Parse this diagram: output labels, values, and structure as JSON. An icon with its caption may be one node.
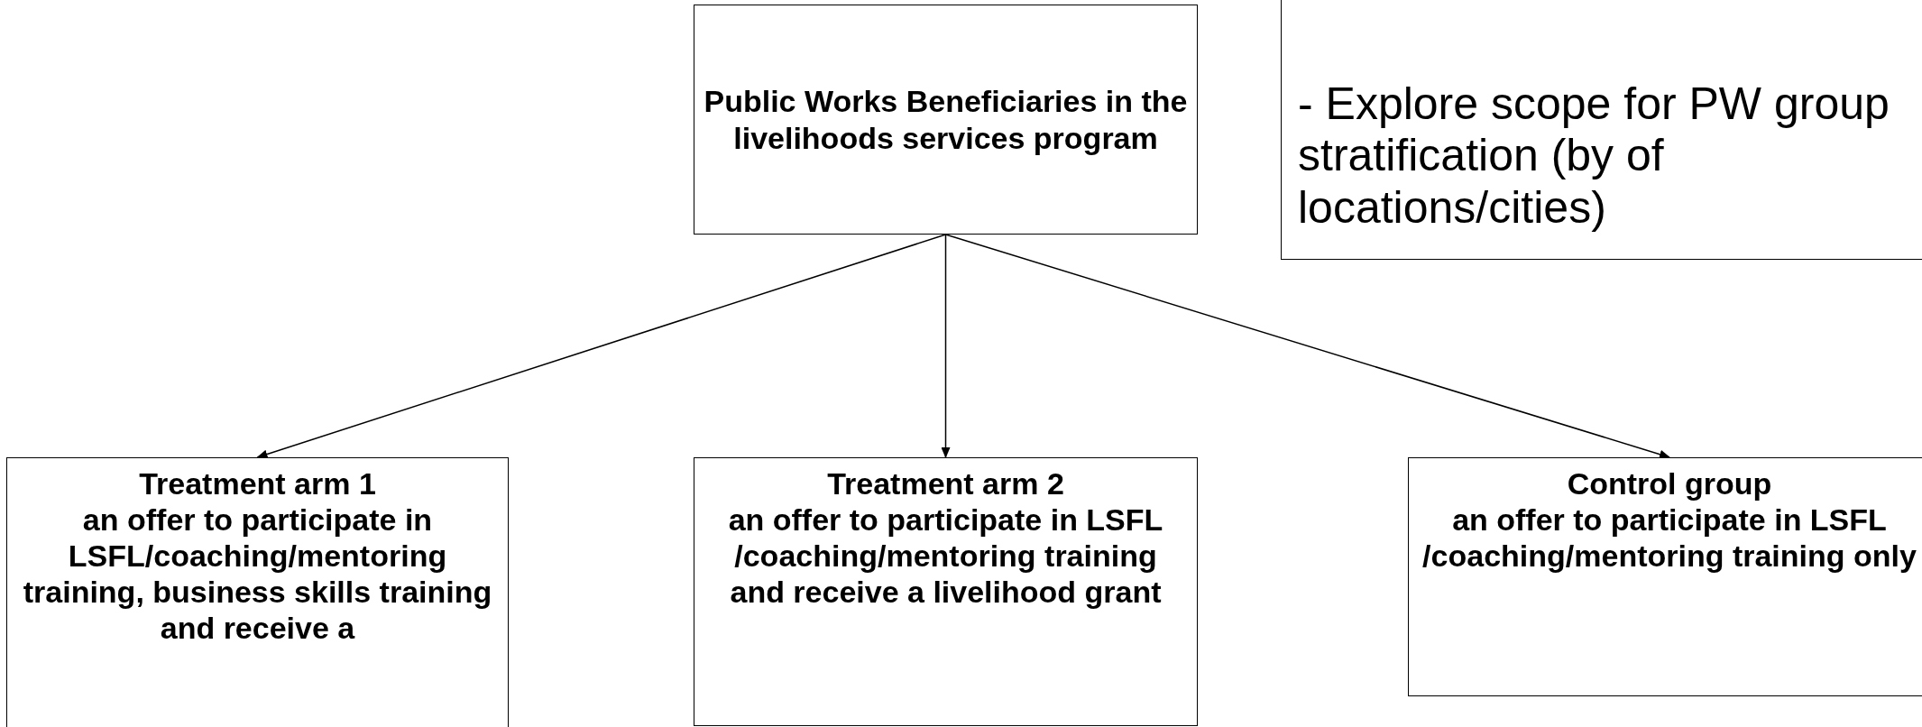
{
  "diagram": {
    "nodes": [
      {
        "text": [
          "Public Works Beneficiaries in the livelihoods services program"
        ]
      },
      {
        "text": [
          "- Explore scope for PW group stratification (by of locations/cities)"
        ]
      },
      {
        "text": [
          "Treatment arm 1",
          "an offer to participate in LSFL/coaching/mentoring training, business skills training and receive a"
        ]
      },
      {
        "text": [
          "Treatment arm 2",
          "an offer to participate in LSFL /coaching/mentoring training and receive a livelihood grant"
        ]
      },
      {
        "text": [
          "Control group",
          "an offer to participate in LSFL /coaching/mentoring training only"
        ]
      }
    ],
    "edges": [
      {
        "from": 0,
        "to": 2,
        "arrow": "to"
      },
      {
        "from": 0,
        "to": 3,
        "arrow": "to"
      },
      {
        "from": 0,
        "to": 4,
        "arrow": "to"
      }
    ]
  }
}
